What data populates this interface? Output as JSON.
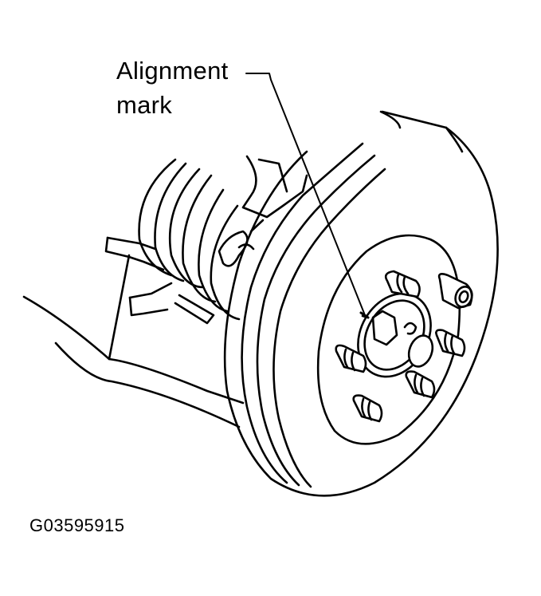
{
  "diagram": {
    "subject": "disc brake rotor on wheel hub with suspension components",
    "callouts": [
      {
        "id": "alignment-mark",
        "line1": "Alignment",
        "line2": "mark"
      }
    ],
    "figure_code": "G03595915",
    "colors": {
      "line": "#000000",
      "background": "#ffffff"
    },
    "wheel_studs_count": 6
  }
}
